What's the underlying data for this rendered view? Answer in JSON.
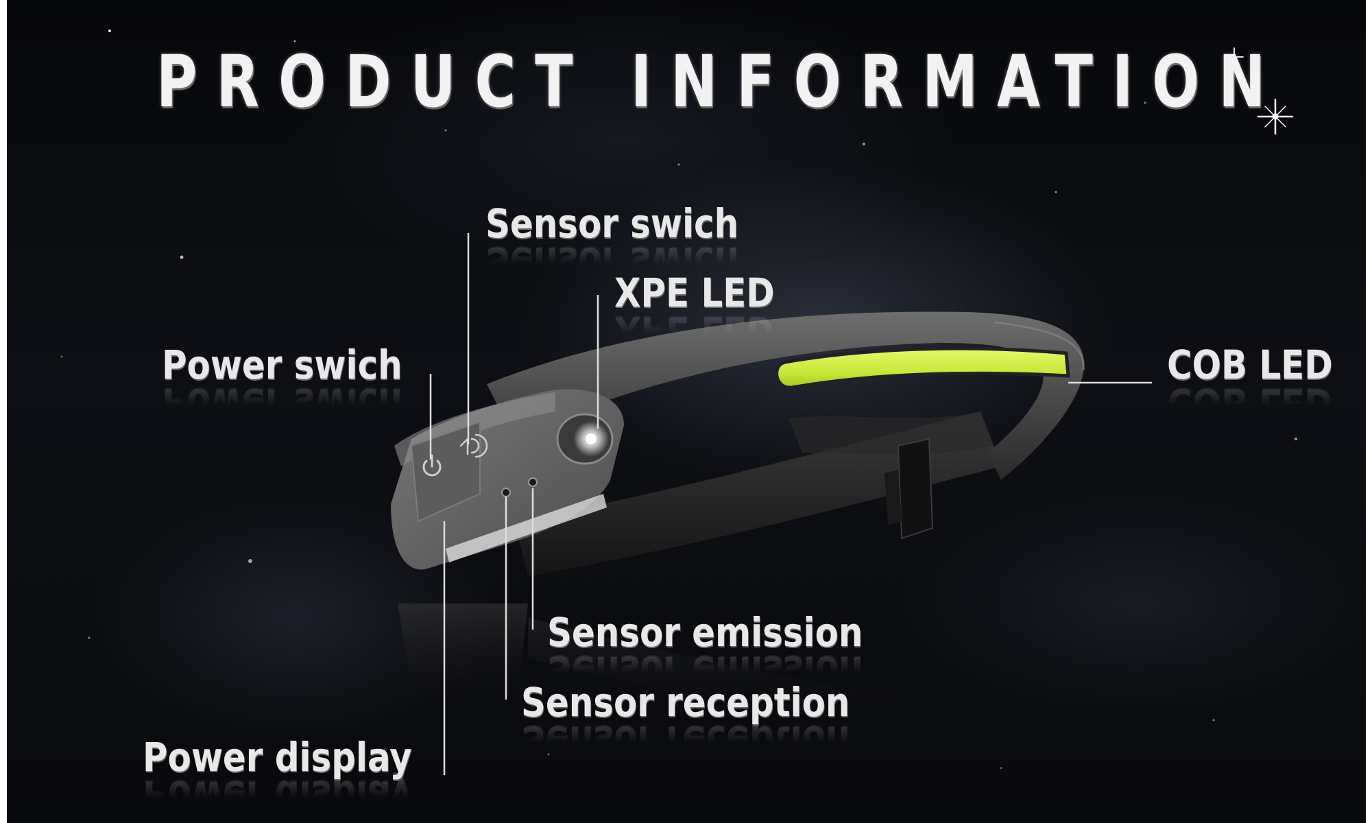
{
  "title": "PRODUCT INFORMATION",
  "labels": {
    "sensor_switch": "Sensor swich",
    "xpe_led": "XPE LED",
    "power_switch": "Power swich",
    "cob_led": "COB LED",
    "sensor_emission": "Sensor emission",
    "sensor_reception": "Sensor reception",
    "power_display": "Power display"
  },
  "colors": {
    "background": "#0a0b0f",
    "text": "#e8e8e8",
    "cob_strip": "#d7f04a",
    "housing": "#6b6b6b"
  }
}
